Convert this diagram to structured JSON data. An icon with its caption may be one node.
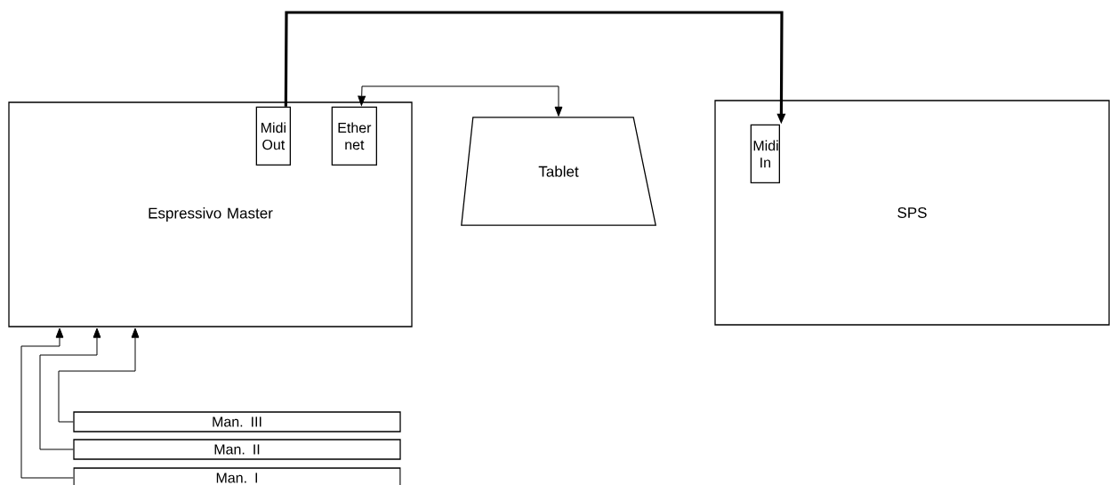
{
  "diagram": {
    "nodes": [
      {
        "text": [
          "Espressivo Master"
        ]
      },
      {
        "text": [
          "Midi Out"
        ],
        "in": 0
      },
      {
        "text": [
          "Ether net"
        ],
        "in": 0
      },
      {
        "text": [
          "Tablet"
        ]
      },
      {
        "text": [
          "SPS"
        ]
      },
      {
        "text": [
          "Midi In"
        ],
        "in": 4
      },
      {
        "text": [
          "Man. III"
        ]
      },
      {
        "text": [
          "Man. II"
        ]
      },
      {
        "text": [
          "Man. I"
        ]
      }
    ],
    "edges": [
      {
        "from": 1,
        "to": 5,
        "arrow": "to",
        "style": "thick"
      },
      {
        "from": 2,
        "to": 3,
        "arrow": "both"
      },
      {
        "from": 6,
        "to": 0,
        "arrow": "to"
      },
      {
        "from": 7,
        "to": 0,
        "arrow": "to"
      },
      {
        "from": 8,
        "to": 0,
        "arrow": "to"
      }
    ]
  }
}
